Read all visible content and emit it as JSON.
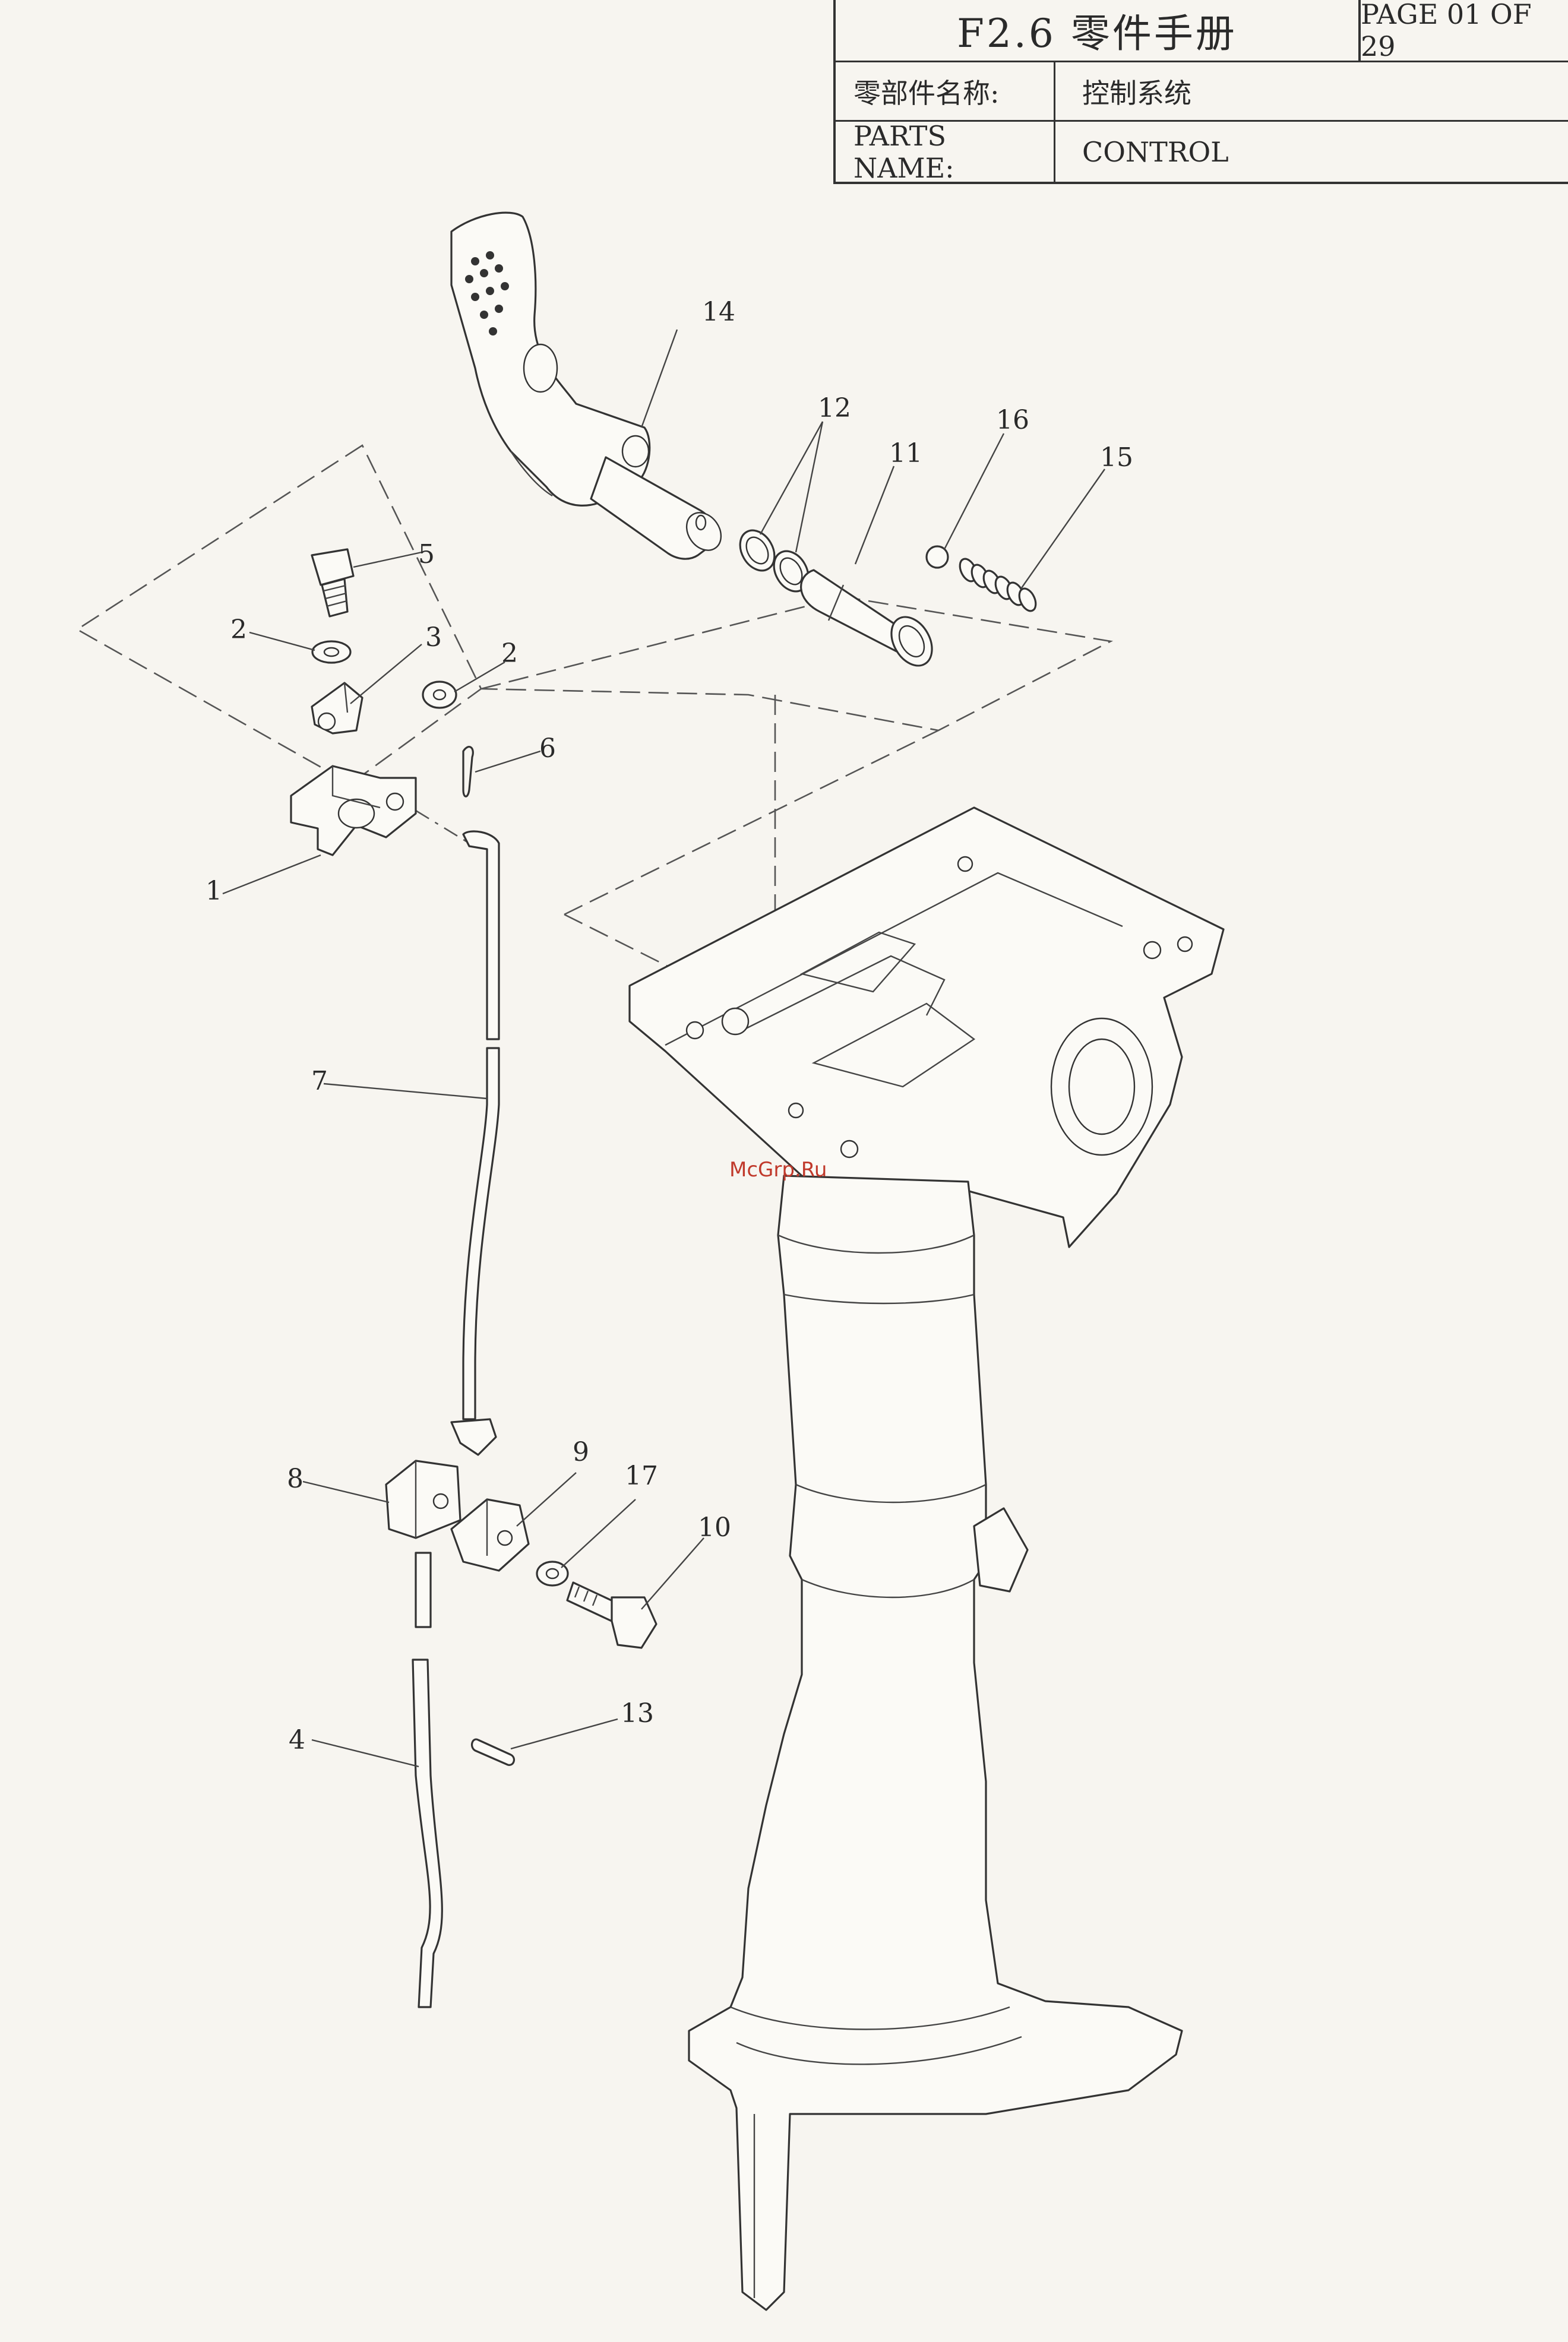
{
  "title_block": {
    "title": "F2.6 零件手册",
    "page": "PAGE 01 OF 29",
    "name_label_cn": "零部件名称:",
    "name_value_cn": "控制系统",
    "name_label_en": "PARTS NAME:",
    "name_value_en": "CONTROL"
  },
  "watermark": "McGrp.Ru",
  "callouts": [
    {
      "id": "c1",
      "label": "1"
    },
    {
      "id": "c2a",
      "label": "2"
    },
    {
      "id": "c2b",
      "label": "2"
    },
    {
      "id": "c3",
      "label": "3"
    },
    {
      "id": "c4",
      "label": "4"
    },
    {
      "id": "c5",
      "label": "5"
    },
    {
      "id": "c6",
      "label": "6"
    },
    {
      "id": "c7",
      "label": "7"
    },
    {
      "id": "c8",
      "label": "8"
    },
    {
      "id": "c9",
      "label": "9"
    },
    {
      "id": "c10",
      "label": "10"
    },
    {
      "id": "c11",
      "label": "11"
    },
    {
      "id": "c12",
      "label": "12"
    },
    {
      "id": "c13",
      "label": "13"
    },
    {
      "id": "c14",
      "label": "14"
    },
    {
      "id": "c15",
      "label": "15"
    },
    {
      "id": "c16",
      "label": "16"
    },
    {
      "id": "c17",
      "label": "17"
    }
  ]
}
